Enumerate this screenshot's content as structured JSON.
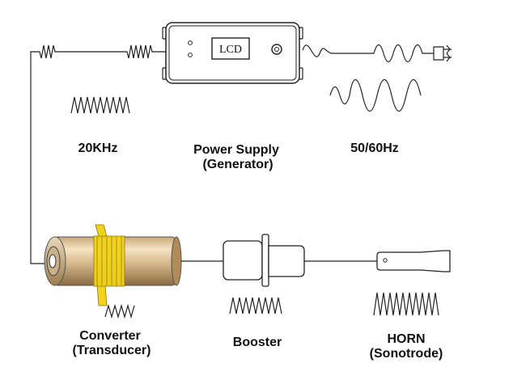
{
  "labels": {
    "lcd": "LCD",
    "freq_20k": "20KHz",
    "power_supply_line1": "Power Supply",
    "power_supply_line2": "(Generator)",
    "freq_mains": "50/60Hz",
    "converter_line1": "Converter",
    "converter_line2": "(Transducer)",
    "booster": "Booster",
    "horn_line1": "HORN",
    "horn_line2": "(Sonotrode)"
  },
  "colors": {
    "line": "#222222",
    "converter_body": "#d8b98a",
    "coil": "#f2d21a",
    "panel": "#ffffff"
  }
}
